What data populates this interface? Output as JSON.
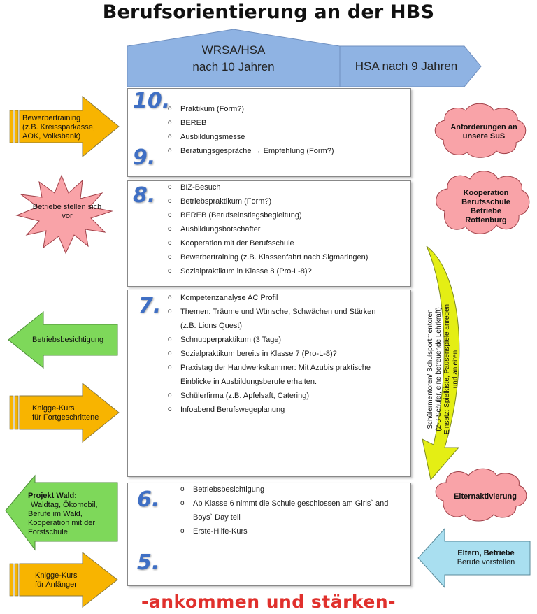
{
  "title": "Berufsorientierung an der HBS",
  "header": {
    "wrsa_line1": "WRSA/HSA",
    "wrsa_line2": "nach 10 Jahren",
    "hsa": "HSA nach 9 Jahren"
  },
  "panels": [
    {
      "grades": [
        "10.",
        "9."
      ],
      "items": [
        "Praktikum (Form?)",
        "BEREB",
        "Ausbildungsmesse",
        "Beratungsgespräche → Empfehlung (Form?)"
      ]
    },
    {
      "grades": [
        "8."
      ],
      "items": [
        "BIZ-Besuch",
        "Betriebspraktikum (Form?)",
        "BEREB (Berufseinstiegsbegleitung)",
        "Ausbildungsbotschafter",
        "Kooperation mit der Berufsschule",
        "Bewerbertraining (z.B. Klassenfahrt nach Sigmaringen)",
        "Sozialpraktikum in Klasse 8 (Pro-L-8)?"
      ]
    },
    {
      "grades": [
        "7."
      ],
      "items": [
        "Kompetenzanalyse AC Profil",
        "Themen: Träume und Wünsche, Schwächen und Stärken",
        "(z.B. Lions Quest)",
        "Schnupperpraktikum (3 Tage)",
        "Sozialpraktikum bereits in Klasse 7 (Pro-L-8)?",
        "Praxistag der Handwerkskammer: Mit Azubis praktische",
        "Einblicke in Ausbildungsberufe erhalten.",
        "Schülerfirma (z.B. Apfelsaft, Catering)",
        "Infoabend Berufswegeplanung"
      ]
    },
    {
      "grades": [
        "6.",
        "5."
      ],
      "items": [
        "Betriebsbesichtigung",
        "Ab Klasse 6 nimmt die Schule geschlossen am Girls` and",
        "Boys` Day teil",
        "Erste-Hilfe-Kurs"
      ]
    }
  ],
  "left": {
    "bewerbertraining": [
      "Bewerbertraining",
      "(z.B. Kreissparkasse,",
      "AOK, Volksbank)"
    ],
    "betriebe": [
      "Betriebe stellen sich",
      "vor"
    ],
    "betriebsbesichtigung": "Betriebsbesichtigung",
    "knigge_fort": [
      "Knigge-Kurs",
      "für Fortgeschrittene"
    ],
    "projekt_title": "Projekt Wald:",
    "projekt_lines": [
      "Waldtag, Ökomobil,",
      "Berufe im Wald,",
      "Kooperation mit der",
      "Forstschule"
    ],
    "knigge_anf": [
      "Knigge-Kurs",
      "für Anfänger"
    ]
  },
  "right": {
    "anforderungen": [
      "Anforderungen an",
      "unsere SuS"
    ],
    "kooperation": [
      "Kooperation",
      "Berufsschule",
      "Betriebe",
      "Rottenburg"
    ],
    "mentoren": [
      "Schülermentoren/ Schulsportmentoren",
      "(2-3 Schüler, eine betreuende Lehrkraft)",
      "Einsatz: Spielkiste, Pausenspiele anregen",
      "und anleiten"
    ],
    "elternaktivierung": "Elternaktivierung",
    "eltern_title": "Eltern, Betriebe",
    "eltern_sub": "Berufe vorstellen"
  },
  "footer": "-ankommen und stärken-",
  "colors": {
    "header_blue": "#8fb3e3",
    "orange": "#f8b400",
    "green": "#7ed85a",
    "pink": "#f9a3a8",
    "light_blue": "#a9dff0",
    "grade_blue": "#3f6fc4",
    "footer_red": "#e0302c"
  }
}
